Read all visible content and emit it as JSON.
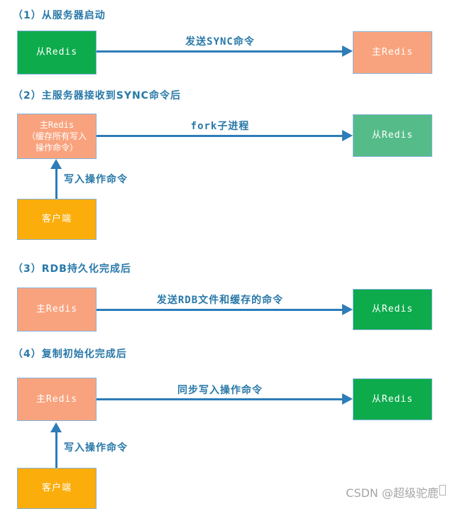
{
  "watermark": {
    "text": "CSDN @超级驼鹿"
  },
  "colors": {
    "heading_text": "#2878a8",
    "arrow": "#2e7cb8",
    "box_border": "#85b3da",
    "green_bright": "#0dab4c",
    "green_medium": "#55bc89",
    "salmon": "#f9a37e",
    "orange": "#fbad0b",
    "box_text": "#ffffff",
    "watermark_text": "#a6a6a6"
  },
  "sections": [
    {
      "heading": "（1）从服务器启动",
      "left_box": {
        "label": "从Redis"
      },
      "arrow_label": "发送SYNC命令",
      "right_box": {
        "label": "主Redis"
      }
    },
    {
      "heading": "（2）主服务器接收到SYNC命令后",
      "left_box": {
        "lines": [
          "主Redis",
          "（缓存所有写入",
          "操作命令）"
        ]
      },
      "arrow_label": "fork子进程",
      "right_box": {
        "label": "从Redis"
      },
      "client_arrow_label": "写入操作命令",
      "client_box": {
        "label": "客户端"
      }
    },
    {
      "heading": "（3）RDB持久化完成后",
      "left_box": {
        "label": "主Redis"
      },
      "arrow_label": "发送RDB文件和缓存的命令",
      "right_box": {
        "label": "从Redis"
      }
    },
    {
      "heading": "（4）复制初始化完成后",
      "left_box": {
        "label": "主Redis"
      },
      "arrow_label": "同步写入操作命令",
      "right_box": {
        "label": "从Redis"
      },
      "client_arrow_label": "写入操作命令",
      "client_box": {
        "label": "客户端"
      }
    }
  ]
}
